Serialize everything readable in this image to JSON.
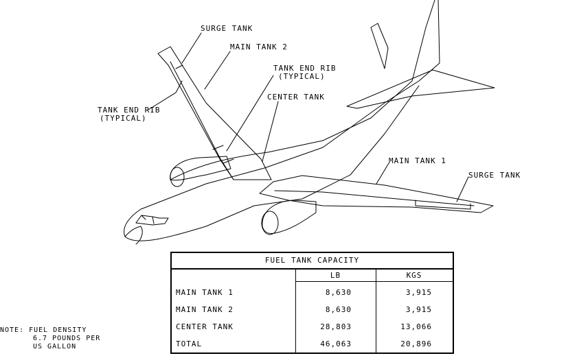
{
  "callouts": {
    "surge_tank_left": "SURGE TANK",
    "main_tank_2": "MAIN TANK 2",
    "tank_end_rib_right_1": "TANK END RIB",
    "tank_end_rib_right_2": "(TYPICAL)",
    "center_tank": "CENTER TANK",
    "tank_end_rib_left_1": "TANK END RIB",
    "tank_end_rib_left_2": "(TYPICAL)",
    "main_tank_1": "MAIN TANK 1",
    "surge_tank_right": "SURGE TANK"
  },
  "table": {
    "title": "FUEL TANK CAPACITY",
    "columns": [
      "LB",
      "KGS"
    ],
    "rows": [
      {
        "name": "MAIN TANK 1",
        "lb": "8,630",
        "kgs": "3,915"
      },
      {
        "name": "MAIN TANK 2",
        "lb": "8,630",
        "kgs": "3,915"
      },
      {
        "name": "CENTER TANK",
        "lb": "28,803",
        "kgs": "13,066"
      },
      {
        "name": "TOTAL",
        "lb": "46,063",
        "kgs": "20,896"
      }
    ]
  },
  "note": {
    "line1": "NOTE: FUEL DENSITY",
    "line2": "6.7 POUNDS PER",
    "line3": "US GALLON"
  }
}
